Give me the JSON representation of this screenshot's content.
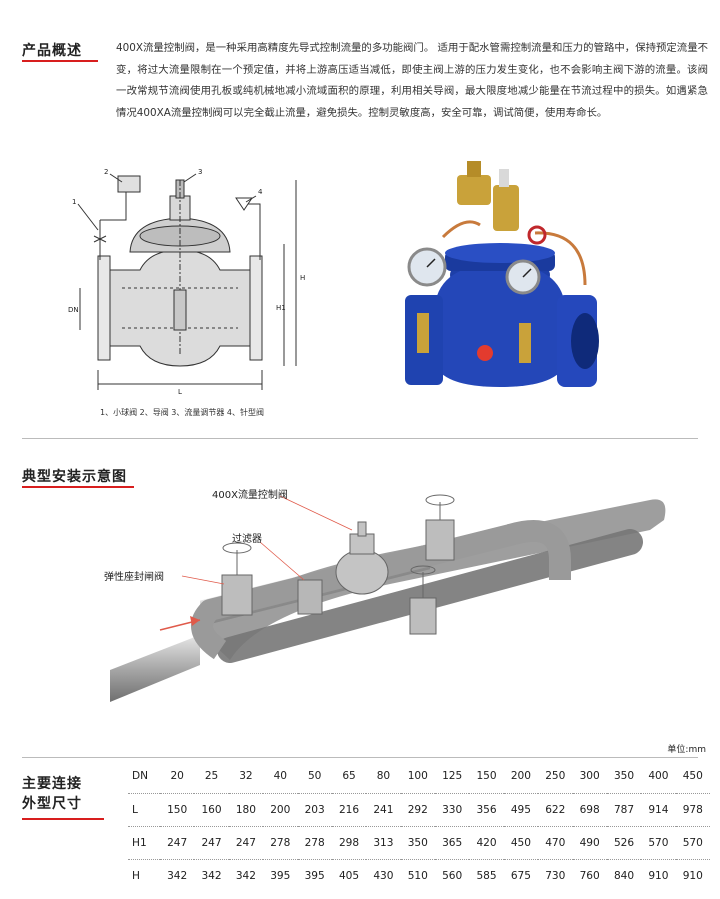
{
  "section1": {
    "title": "产品概述",
    "intro": "400X流量控制阀，是一种采用高精度先导式控制流量的多功能阀门。 适用于配水管需控制流量和压力的管路中，保持预定流量不变，将过大流量限制在一个预定值，并将上游高压适当减低，即使主阀上游的压力发生变化，也不会影响主阀下游的流量。该阀一改常规节流阀使用孔板或纯机械地减小流域面积的原理，利用相关导阀，最大限度地减少能量在节流过程中的损失。如遇紧急情况400XA流量控制阀可以完全截止流量，避免损失。控制灵敏度高，安全可靠，调试简便，使用寿命长。"
  },
  "drawing": {
    "callouts": [
      "1",
      "2",
      "3",
      "4"
    ],
    "dim_labels": {
      "dn": "DN",
      "h1": "H1",
      "h": "H",
      "l": "L"
    },
    "caption": "1、小球阀  2、导阀  3、流量调节器  4、针型阀"
  },
  "section2": {
    "title": "典型安装示意图",
    "labels": {
      "control_valve": "400X流量控制阀",
      "filter": "过滤器",
      "gate_valve": "弹性座封闸阀"
    }
  },
  "dimensions": {
    "unit": "单位:mm",
    "title_line1": "主要连接",
    "title_line2": "外型尺寸",
    "rows": [
      {
        "label": "DN",
        "values": [
          "20",
          "25",
          "32",
          "40",
          "50",
          "65",
          "80",
          "100",
          "125",
          "150",
          "200",
          "250",
          "300",
          "350",
          "400",
          "450"
        ]
      },
      {
        "label": "L",
        "values": [
          "150",
          "160",
          "180",
          "200",
          "203",
          "216",
          "241",
          "292",
          "330",
          "356",
          "495",
          "622",
          "698",
          "787",
          "914",
          "978"
        ]
      },
      {
        "label": "H1",
        "values": [
          "247",
          "247",
          "247",
          "278",
          "278",
          "298",
          "313",
          "350",
          "365",
          "420",
          "450",
          "470",
          "490",
          "526",
          "570",
          "570"
        ]
      },
      {
        "label": "H",
        "values": [
          "342",
          "342",
          "342",
          "395",
          "395",
          "405",
          "430",
          "510",
          "560",
          "585",
          "675",
          "730",
          "760",
          "840",
          "910",
          "910"
        ]
      }
    ]
  },
  "colors": {
    "accent": "#d81e1e",
    "valve_body": "#1d3fa8",
    "brass": "#c9a23a",
    "pipe": "#9a9a9a"
  }
}
